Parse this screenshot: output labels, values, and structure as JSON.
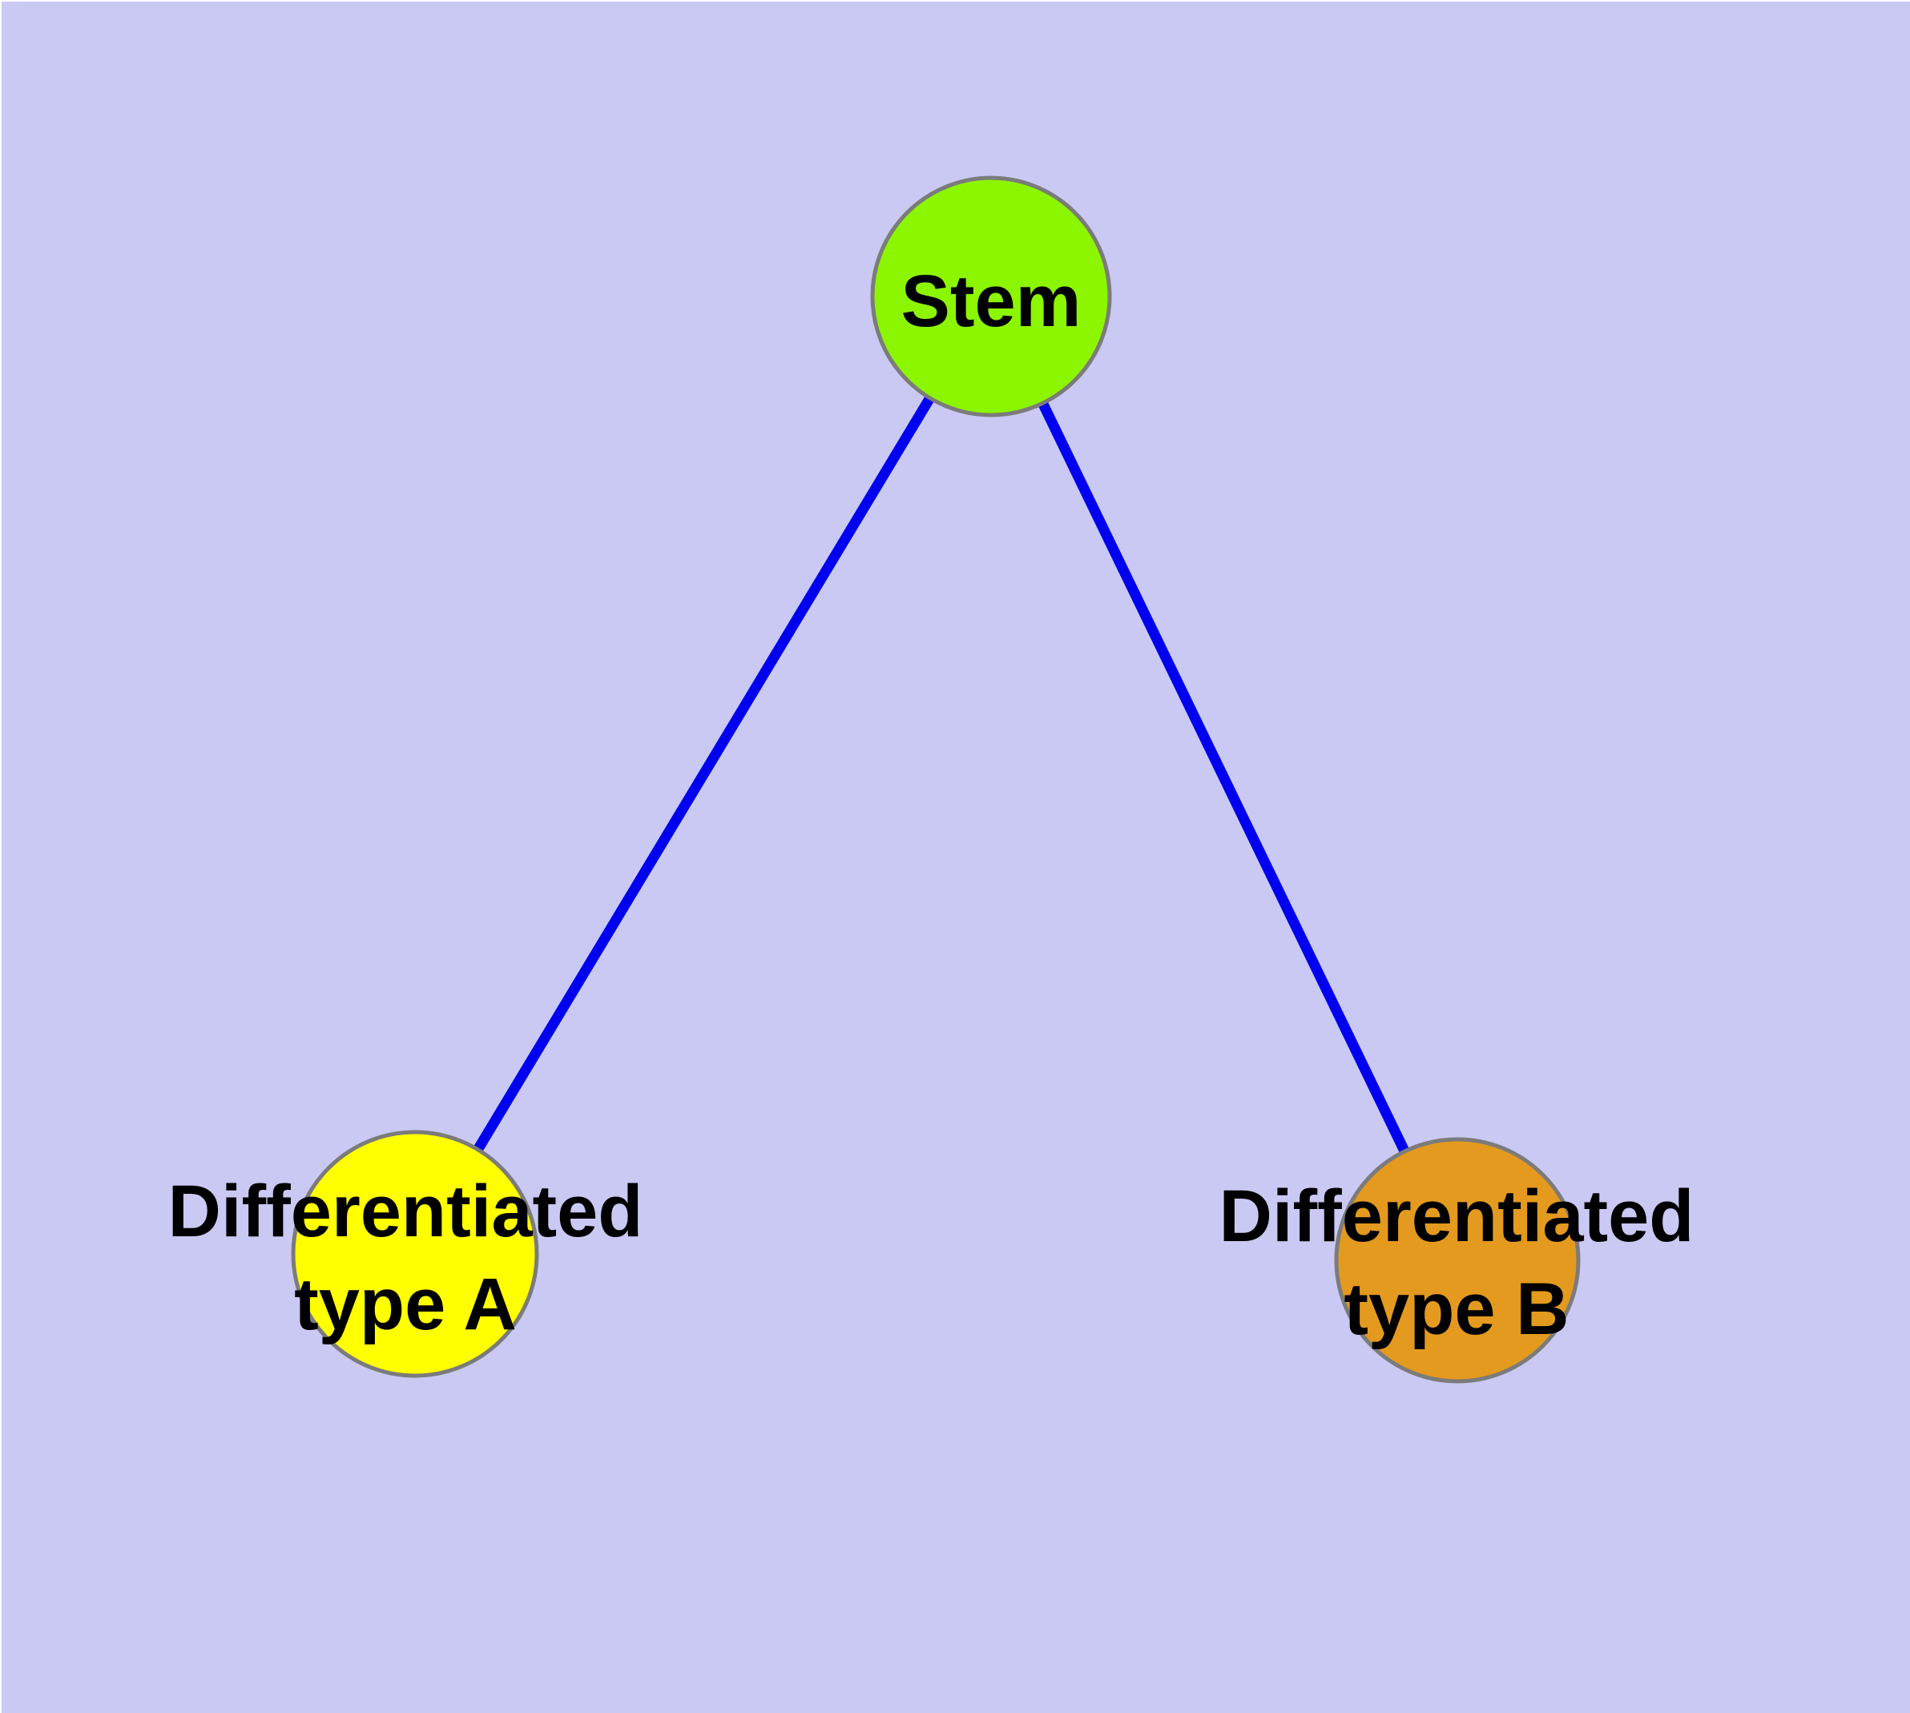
{
  "diagram": {
    "background_color": "#c9c9f3",
    "edge_color": "#0000f0",
    "node_border_color": "#7b7b7b",
    "label_color": "#000000",
    "nodes": {
      "stem": {
        "label": "Stem",
        "lines": [
          "Stem"
        ],
        "color": "#8cf500"
      },
      "type_a": {
        "label": "Differentiated type A",
        "lines": [
          "Differentiated",
          "type A"
        ],
        "color": "#ffff00"
      },
      "type_b": {
        "label": "Differentiated type B",
        "lines": [
          "Differentiated",
          "type B"
        ],
        "color": "#e49a1e"
      }
    },
    "edges": [
      {
        "from": "Stem",
        "to": "Differentiated type A"
      },
      {
        "from": "Stem",
        "to": "Differentiated type B"
      }
    ]
  }
}
